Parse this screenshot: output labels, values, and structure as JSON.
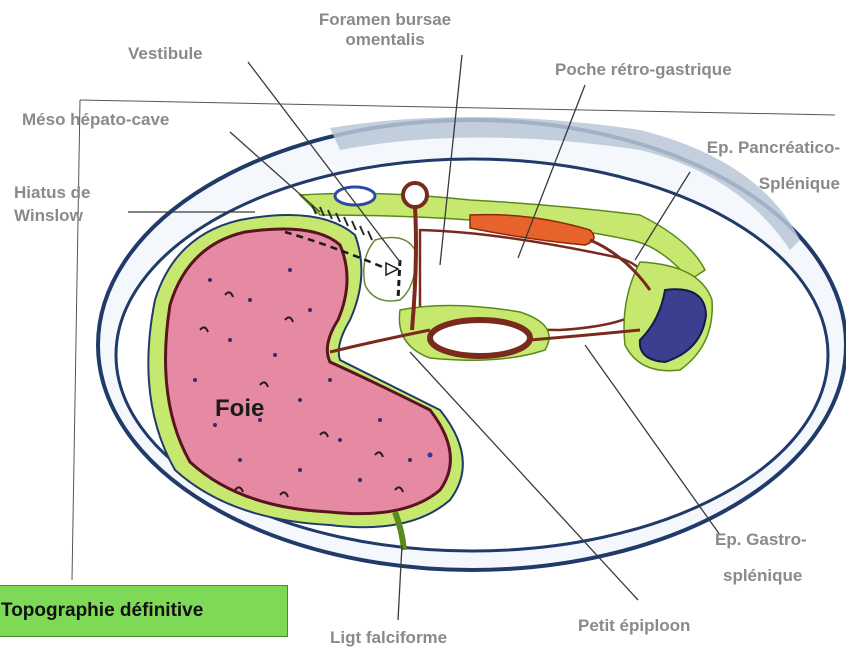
{
  "labels": {
    "foramen_line1": "Foramen bursae",
    "foramen_line2": "omentalis",
    "vestibule": "Vestibule",
    "poche": "Poche rétro-gastrique",
    "meso": "Méso hépato-cave",
    "hiatus_line1": "Hiatus de",
    "hiatus_line2": "Winslow",
    "pancreatico_line1": "Ep. Pancréatico-",
    "pancreatico_line2": "Splénique",
    "foie": "Foie",
    "gastro_line1": "Ep. Gastro-",
    "gastro_line2": "splénique",
    "ligt": "Ligt falciforme",
    "petit": "Petit épiploon"
  },
  "title": "Topographie définitive",
  "colors": {
    "label_text": "#8a8a8a",
    "peritoneum_green": "#c7e86f",
    "liver_pink": "#e58aa2",
    "pancreas_orange": "#e8632b",
    "spleen_navy": "#3a3f8f",
    "stomach_brown": "#7a2a1c",
    "wall_blue": "#203a6a",
    "title_bg": "#7ed957"
  }
}
